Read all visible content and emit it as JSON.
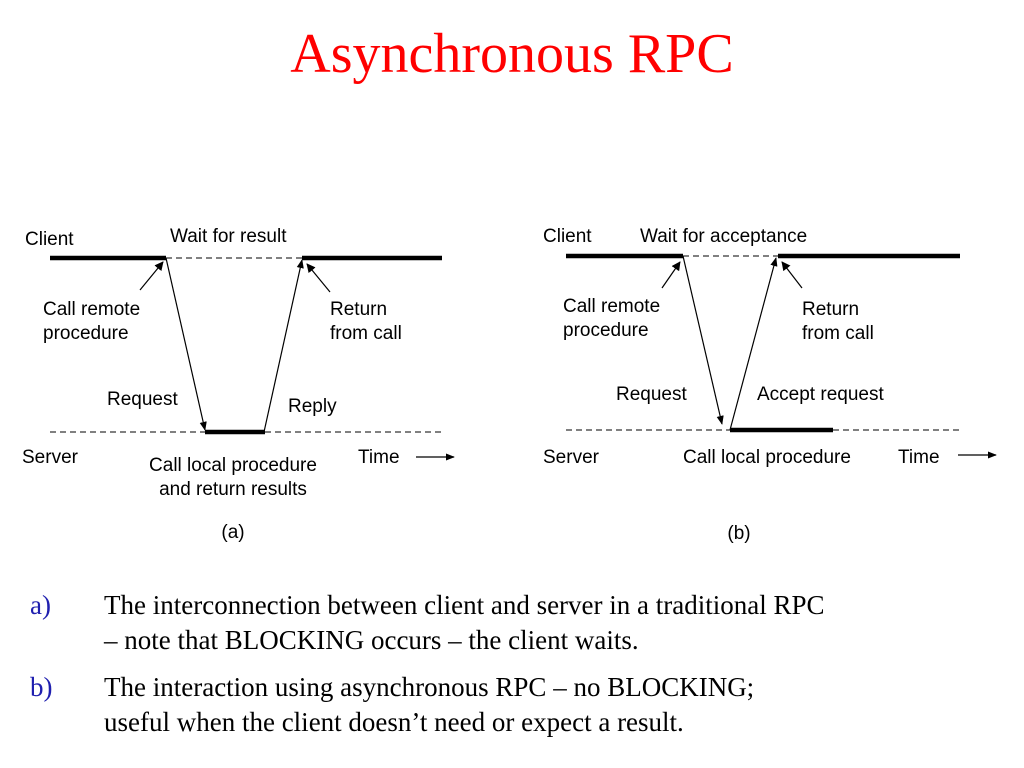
{
  "title": "Asynchronous RPC",
  "diagram_a": {
    "client_label": "Client",
    "server_label": "Server",
    "wait_label": "Wait for result",
    "call_remote_line1": "Call remote",
    "call_remote_line2": "procedure",
    "return_line1": "Return",
    "return_line2": "from call",
    "request_label": "Request",
    "reply_label": "Reply",
    "server_work_line1": "Call local procedure",
    "server_work_line2": "and return results",
    "time_label": "Time",
    "caption": "(a)"
  },
  "diagram_b": {
    "client_label": "Client",
    "server_label": "Server",
    "wait_label": "Wait for acceptance",
    "call_remote_line1": "Call remote",
    "call_remote_line2": "procedure",
    "return_line1": "Return",
    "return_line2": "from call",
    "request_label": "Request",
    "accept_label": "Accept request",
    "server_work_line1": "Call local procedure",
    "time_label": "Time",
    "caption": "(b)"
  },
  "captions": [
    {
      "marker": "a)",
      "line1": "The interconnection between client and server in a traditional RPC",
      "line2": "– note that BLOCKING occurs – the client waits."
    },
    {
      "marker": "b)",
      "line1": "The interaction using asynchronous RPC – no BLOCKING;",
      "line2": "useful when the client doesn’t need or expect a result."
    }
  ],
  "colors": {
    "title": "#ff0000",
    "marker": "#1f1faf",
    "text": "#000000"
  }
}
